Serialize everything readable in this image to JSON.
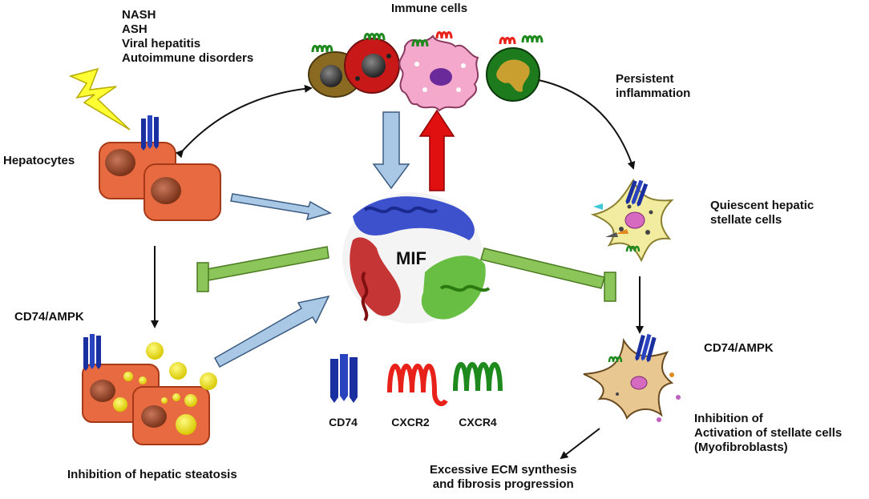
{
  "causes": [
    "NASH",
    "ASH",
    "Viral hepatitis",
    "Autoimmune disorders"
  ],
  "immune_cells_label": "Immune cells",
  "hepatocytes_label": "Hepatocytes",
  "persistent_inflammation": [
    "Persistent",
    "inflammation"
  ],
  "quiescent_hsc": [
    "Quiescent hepatic",
    "stellate cells"
  ],
  "cd74_ampk_left": "CD74/AMPK",
  "cd74_ampk_right": "CD74/AMPK",
  "inhibition_steatosis": "Inhibition of hepatic steatosis",
  "inhibition_activation": [
    "Inhibition of",
    "Activation of stellate cells",
    "(Myofibroblasts)"
  ],
  "ecm_synthesis": [
    "Excessive ECM synthesis",
    "and fibrosis progression"
  ],
  "mif_label": "MIF",
  "legend": {
    "cd74": "CD74",
    "cxcr2": "CXCR2",
    "cxcr4": "CXCR4"
  },
  "colors": {
    "cd74": "#1a2fa0",
    "cxcr2": "#e8221a",
    "cxcr4": "#1e8a1e",
    "inhibit": "#8cc65a",
    "activate_arrow": "#a8c8e6",
    "mif_up_arrow": "#e01010"
  }
}
